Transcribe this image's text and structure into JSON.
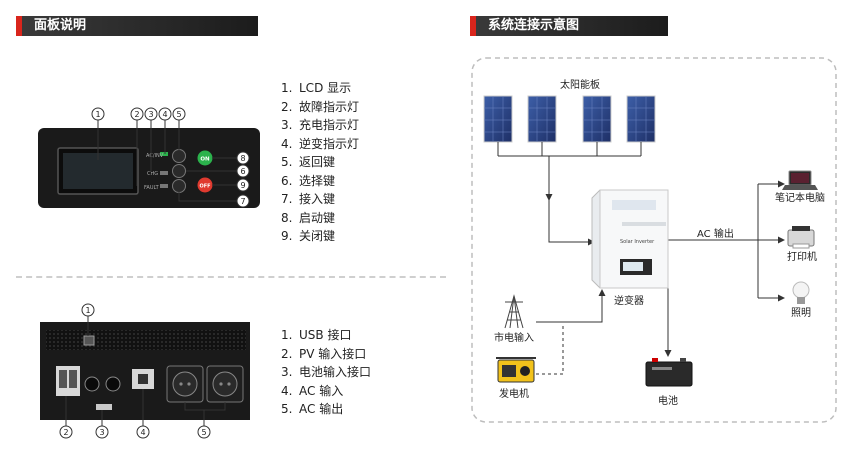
{
  "panel_header": "面板说明",
  "system_header": "系统连接示意图",
  "front_panel_items": [
    {
      "num": "1.",
      "label": "LCD 显示"
    },
    {
      "num": "2.",
      "label": "故障指示灯"
    },
    {
      "num": "3.",
      "label": "充电指示灯"
    },
    {
      "num": "4.",
      "label": "逆变指示灯"
    },
    {
      "num": "5.",
      "label": "返回键"
    },
    {
      "num": "6.",
      "label": "选择键"
    },
    {
      "num": "7.",
      "label": "接入键"
    },
    {
      "num": "8.",
      "label": "启动键"
    },
    {
      "num": "9.",
      "label": "关闭键"
    }
  ],
  "rear_panel_items": [
    {
      "num": "1.",
      "label": "USB 接口"
    },
    {
      "num": "2.",
      "label": "PV 输入接口"
    },
    {
      "num": "3.",
      "label": "电池输入接口"
    },
    {
      "num": "4.",
      "label": "AC 输入"
    },
    {
      "num": "5.",
      "label": "AC 输出"
    }
  ],
  "front_callouts": [
    "1",
    "2",
    "3",
    "4",
    "5",
    "6",
    "7",
    "8",
    "9"
  ],
  "rear_callouts": [
    "1",
    "2",
    "3",
    "4",
    "5"
  ],
  "front_button_texts": {
    "on": "ON",
    "off": "OFF",
    "fault": "FAULT",
    "acinv": "AC/INV",
    "chg": "CHG"
  },
  "diagram": {
    "solar_panel": "太阳能板",
    "inverter": "逆变器",
    "inverter_brand": "Solar Inverter",
    "ac_output": "AC 输出",
    "laptop": "笔记本电脑",
    "printer": "打印机",
    "light": "照明",
    "grid_input": "市电输入",
    "generator": "发电机",
    "battery": "电池"
  },
  "colors": {
    "accent_red": "#d9251c",
    "header_bg": "#2b2b2b",
    "device_black": "#1a1a1a",
    "on_green": "#2bb24c",
    "off_red": "#e03a2f"
  }
}
